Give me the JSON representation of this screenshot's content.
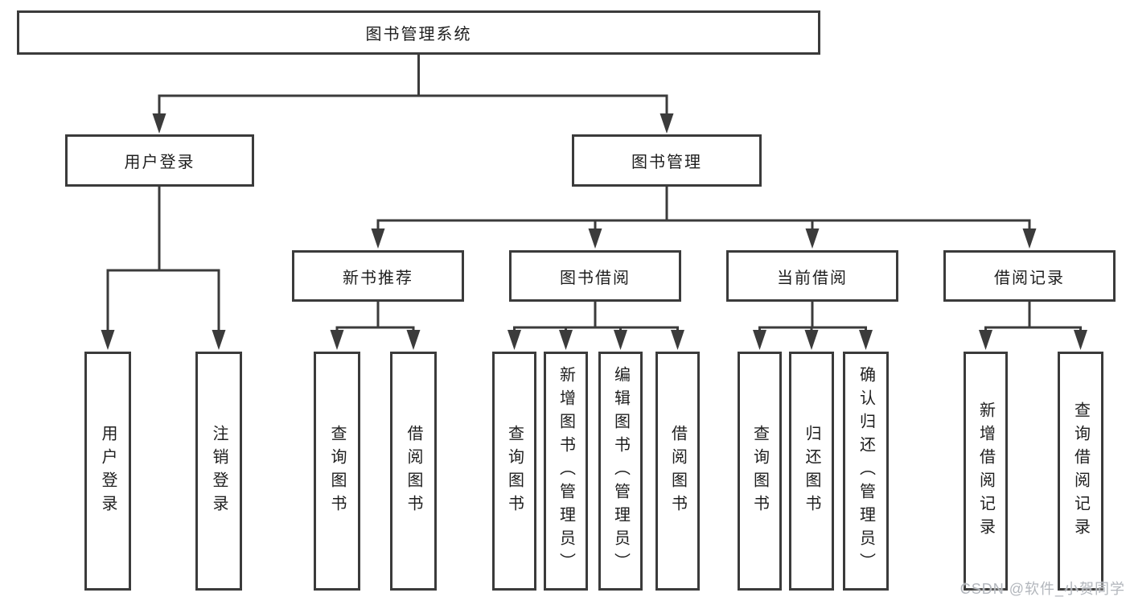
{
  "diagram": {
    "type": "tree",
    "colors": {
      "line": "#3b3b3b",
      "box_border": "#3b3b3b",
      "box_fill": "#ffffff",
      "text": "#1e1e1e",
      "watermark": "#b2b6bc",
      "background": "#ffffff"
    },
    "nodes": {
      "root": {
        "label": "图书管理系统"
      },
      "level2": [
        {
          "label": "用户登录"
        },
        {
          "label": "图书管理"
        }
      ],
      "level3": [
        {
          "label": "新书推荐",
          "parent": "图书管理"
        },
        {
          "label": "图书借阅",
          "parent": "图书管理"
        },
        {
          "label": "当前借阅",
          "parent": "图书管理"
        },
        {
          "label": "借阅记录",
          "parent": "图书管理"
        }
      ],
      "leaves": [
        {
          "label": "用户登录",
          "parent": "用户登录"
        },
        {
          "label": "注销登录",
          "parent": "用户登录"
        },
        {
          "label": "查询图书",
          "parent": "新书推荐"
        },
        {
          "label": "借阅图书",
          "parent": "新书推荐"
        },
        {
          "label": "查询图书",
          "parent": "图书借阅"
        },
        {
          "label": "新增图书（管理员）",
          "parent": "图书借阅"
        },
        {
          "label": "编辑图书（管理员）",
          "parent": "图书借阅"
        },
        {
          "label": "借阅图书",
          "parent": "图书借阅"
        },
        {
          "label": "查询图书",
          "parent": "当前借阅"
        },
        {
          "label": "归还图书",
          "parent": "当前借阅"
        },
        {
          "label": "确认归还（管理员）",
          "parent": "当前借阅"
        },
        {
          "label": "新增借阅记录",
          "parent": "借阅记录"
        },
        {
          "label": "查询借阅记录",
          "parent": "借阅记录"
        }
      ]
    },
    "watermark": "CSDN @软件_小贺同学"
  }
}
